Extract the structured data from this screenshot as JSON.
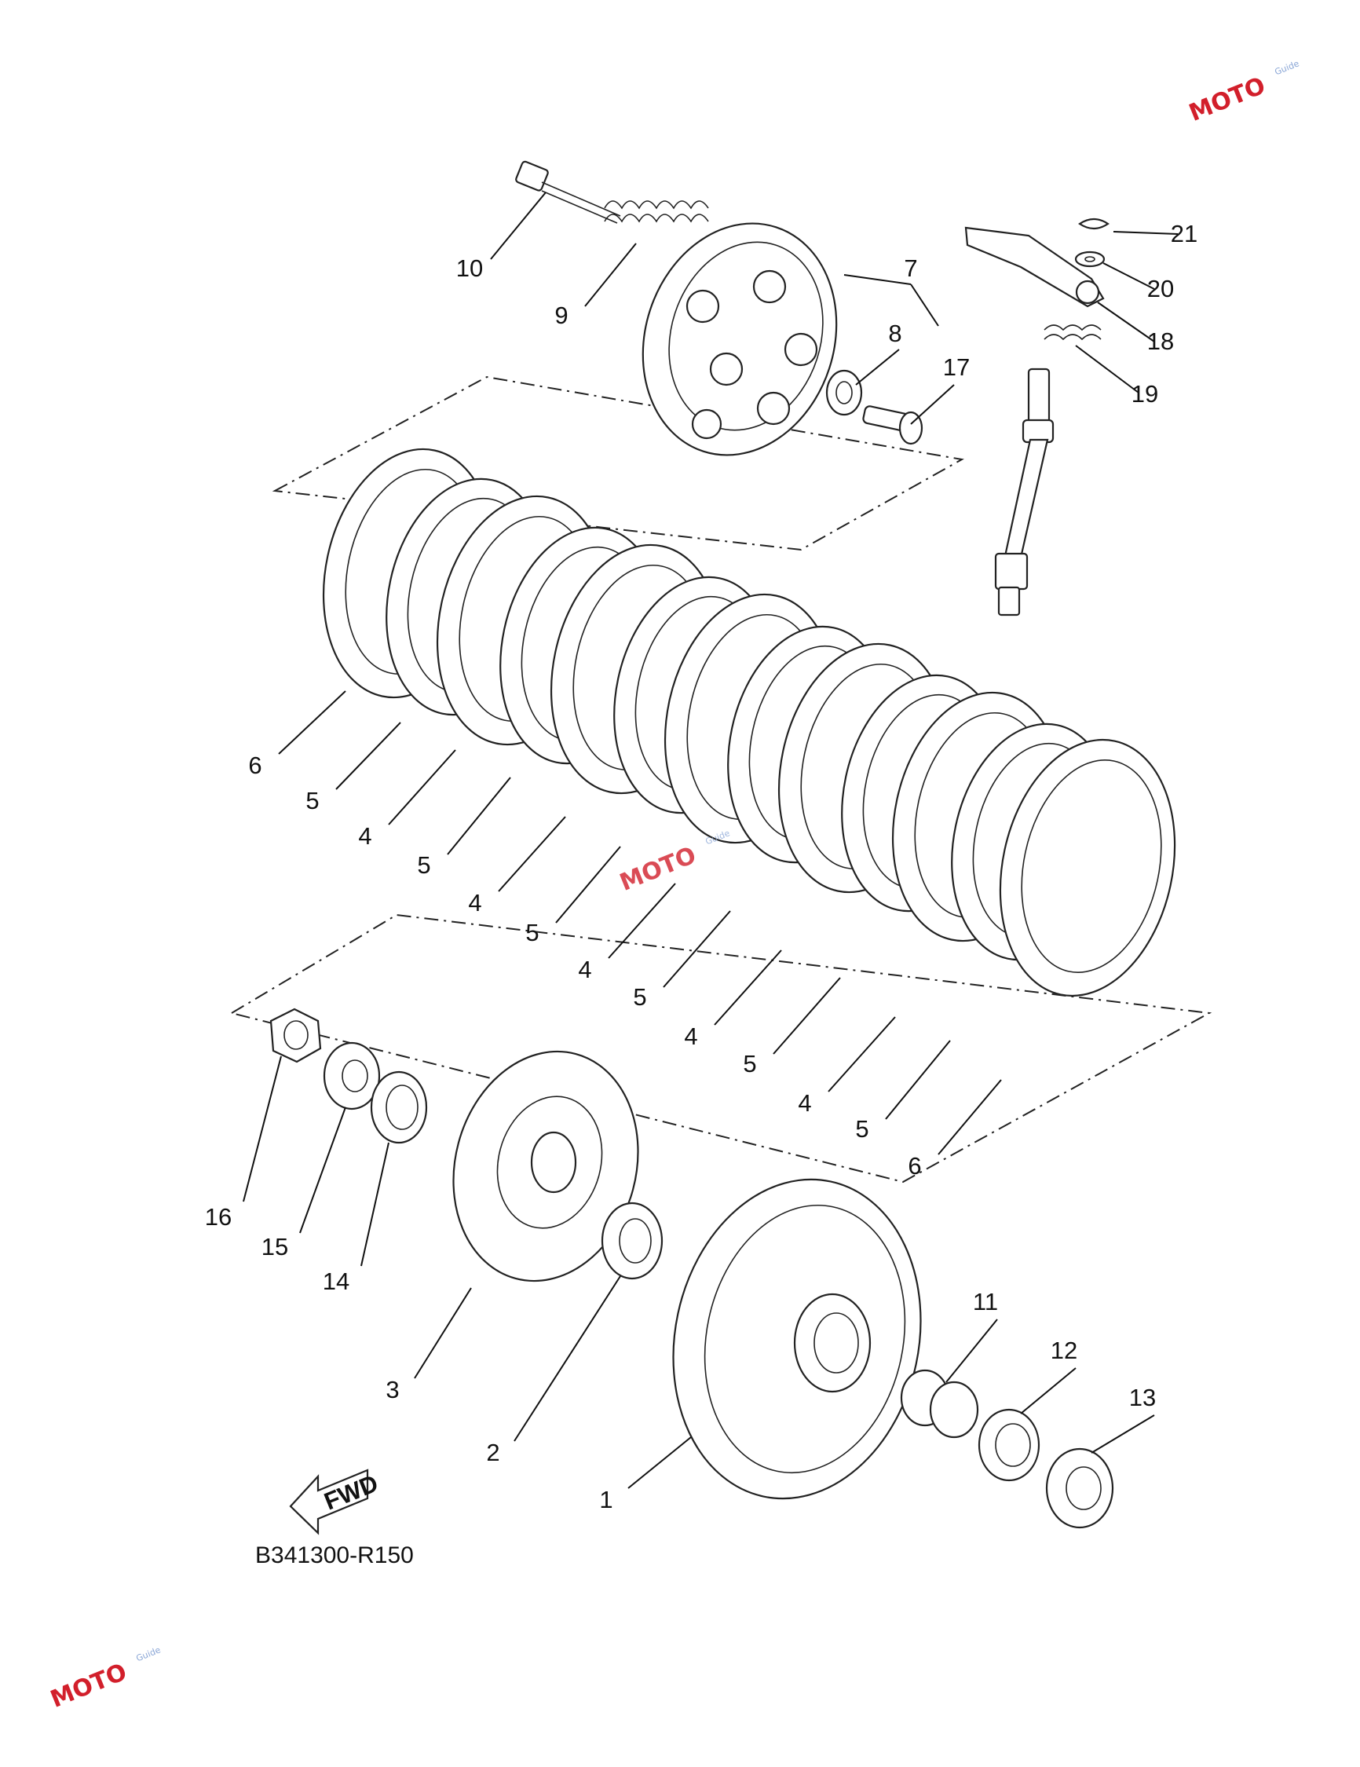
{
  "callouts": [
    {
      "num": "10"
    },
    {
      "num": "9"
    },
    {
      "num": "7"
    },
    {
      "num": "8"
    },
    {
      "num": "17"
    },
    {
      "num": "21"
    },
    {
      "num": "20"
    },
    {
      "num": "18"
    },
    {
      "num": "19"
    },
    {
      "num": "6"
    },
    {
      "num": "5"
    },
    {
      "num": "4"
    },
    {
      "num": "5"
    },
    {
      "num": "4"
    },
    {
      "num": "5"
    },
    {
      "num": "4"
    },
    {
      "num": "5"
    },
    {
      "num": "4"
    },
    {
      "num": "5"
    },
    {
      "num": "4"
    },
    {
      "num": "5"
    },
    {
      "num": "6"
    },
    {
      "num": "16"
    },
    {
      "num": "15"
    },
    {
      "num": "14"
    },
    {
      "num": "3"
    },
    {
      "num": "2"
    },
    {
      "num": "1"
    },
    {
      "num": "11"
    },
    {
      "num": "12"
    },
    {
      "num": "13"
    }
  ],
  "fwd_label": "FWD",
  "diagram_code": "B341300-R150",
  "watermark": {
    "text": "MOTO",
    "sub": "Guide",
    "color": "#d21f2b",
    "accent": "#8aa6d6"
  }
}
